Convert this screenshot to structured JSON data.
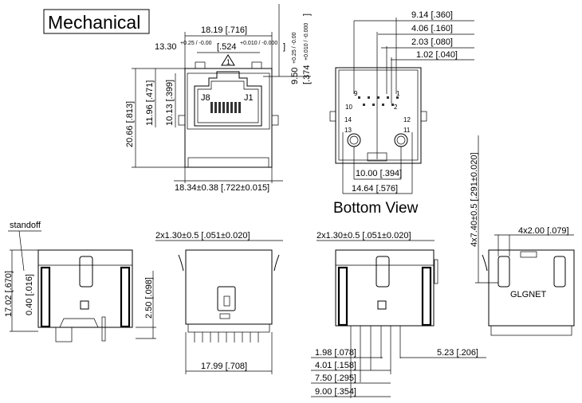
{
  "title": "Mechanical",
  "front_view": {
    "width_dim": "18.19 [.716]",
    "opening_dim": "13.30",
    "opening_tol": "+0.25 / -0.00",
    "opening_in": "[.524",
    "opening_in_tol": "+0.010 / -0.000",
    "opening_in_close": "]",
    "height_above_dim": "9.50",
    "height_above_tol": "+0.25 / -0.00",
    "height_above_in": "[.374",
    "height_above_in_tol": "+0.010 / -0.000",
    "height_above_in_close": "]",
    "total_height_dim": "20.66 [.813]",
    "height_2_dim": "11.96 [.471]",
    "height_3_dim": "10.13 [.399]",
    "base_width_dim": "18.34±0.38 [.722±0.015]",
    "pin_label_left": "J8",
    "pin_label_right": "J1",
    "warning_glyph": "1"
  },
  "bottom_view": {
    "caption": "Bottom View",
    "dims": [
      "9.14 [.360]",
      "4.06 [.160]",
      "2.03 [.080]",
      "1.02 [.040]"
    ],
    "post_spacing_dim": "10.00 [.394]",
    "outer_spacing_dim": "14.64 [.576]",
    "pin_labels": [
      "9",
      "1",
      "10",
      "2",
      "14",
      "12",
      "13",
      "11"
    ]
  },
  "side_view_1": {
    "standoff_label": "standoff",
    "height_dim": "17.02 [.670]",
    "standoff_dim": "0.40 [.016]",
    "lead_dim": "2.50 [.098]"
  },
  "side_view_2": {
    "tab_dim": "2x1.30±0.5 [.051±0.020]",
    "width_dim": "17.99 [.708]"
  },
  "side_view_3": {
    "tab_dim": "2x1.30±0.5 [.051±0.020]",
    "pin_dims": [
      "1.98 [.078]",
      "4.01 [.158]",
      "7.50 [.295]",
      "9.00 [.354]"
    ],
    "right_dim": "5.23 [.206]"
  },
  "side_view_4": {
    "height_dim": "4x7.40±0.5 [.291±0.020]",
    "tab_dim": "4x2.00 [.079]",
    "brand": "GLGNET"
  }
}
